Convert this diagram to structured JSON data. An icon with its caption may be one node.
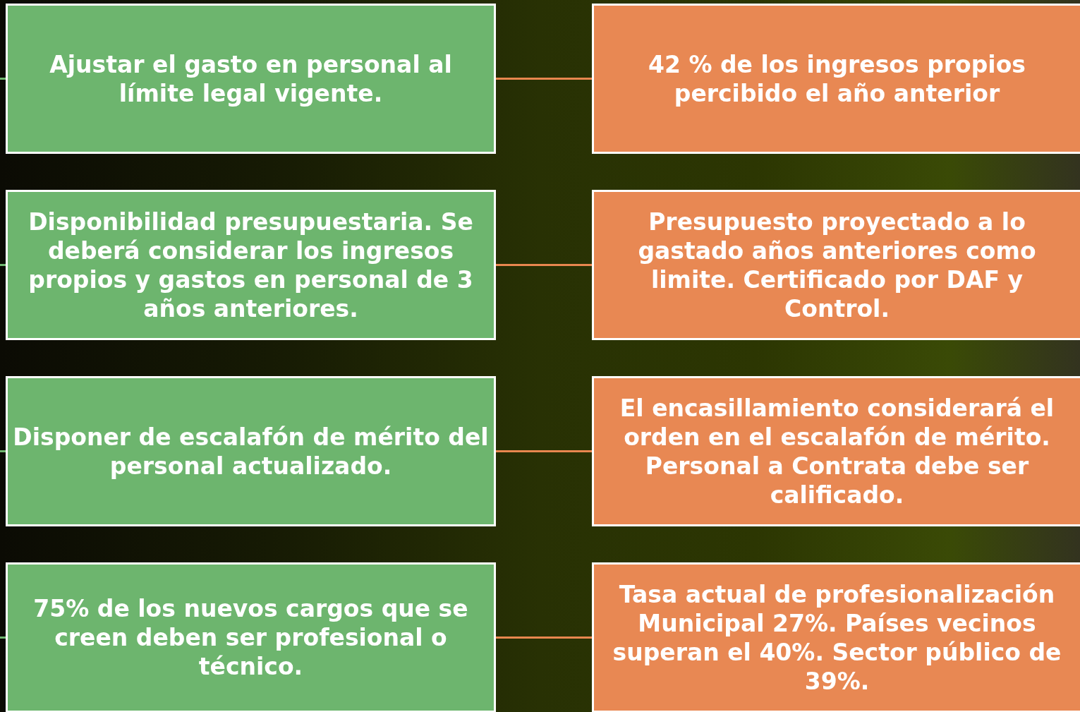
{
  "diagram": {
    "nodes": [
      {
        "text": [
          "Ajustar el gasto en personal al límite legal vigente."
        ]
      },
      {
        "text": [
          "42 % de los ingresos propios percibido el año anterior"
        ]
      },
      {
        "text": [
          "Disponibilidad presupuestaria. Se deberá considerar los ingresos propios y gastos en personal de 3 años anteriores."
        ]
      },
      {
        "text": [
          "Presupuesto proyectado a lo gastado años anteriores como limite. Certificado por DAF y Control."
        ]
      },
      {
        "text": [
          "Disponer de escalafón de mérito del personal actualizado."
        ]
      },
      {
        "text": [
          "El encasillamiento considerará el orden en el escalafón de mérito. Personal a Contrata debe ser calificado."
        ]
      },
      {
        "text": [
          "75% de los nuevos cargos que se creen deben ser profesional o técnico."
        ]
      },
      {
        "text": [
          "Tasa actual de profesionalización Municipal 27%. Países vecinos superan el 40%. Sector público de 39%."
        ]
      }
    ],
    "edges": [
      {
        "from": null,
        "to": 0,
        "arrow": "none",
        "color": "#70b870"
      },
      {
        "from": 0,
        "to": 1,
        "arrow": "none",
        "color": "#e8874f"
      },
      {
        "from": null,
        "to": 2,
        "arrow": "none",
        "color": "#70b870"
      },
      {
        "from": 2,
        "to": 3,
        "arrow": "none",
        "color": "#e8874f"
      },
      {
        "from": null,
        "to": 4,
        "arrow": "none",
        "color": "#70b870"
      },
      {
        "from": 4,
        "to": 5,
        "arrow": "none",
        "color": "#e8874f"
      },
      {
        "from": null,
        "to": 6,
        "arrow": "none",
        "color": "#70b870"
      },
      {
        "from": 6,
        "to": 7,
        "arrow": "none",
        "color": "#e8874f"
      }
    ]
  }
}
